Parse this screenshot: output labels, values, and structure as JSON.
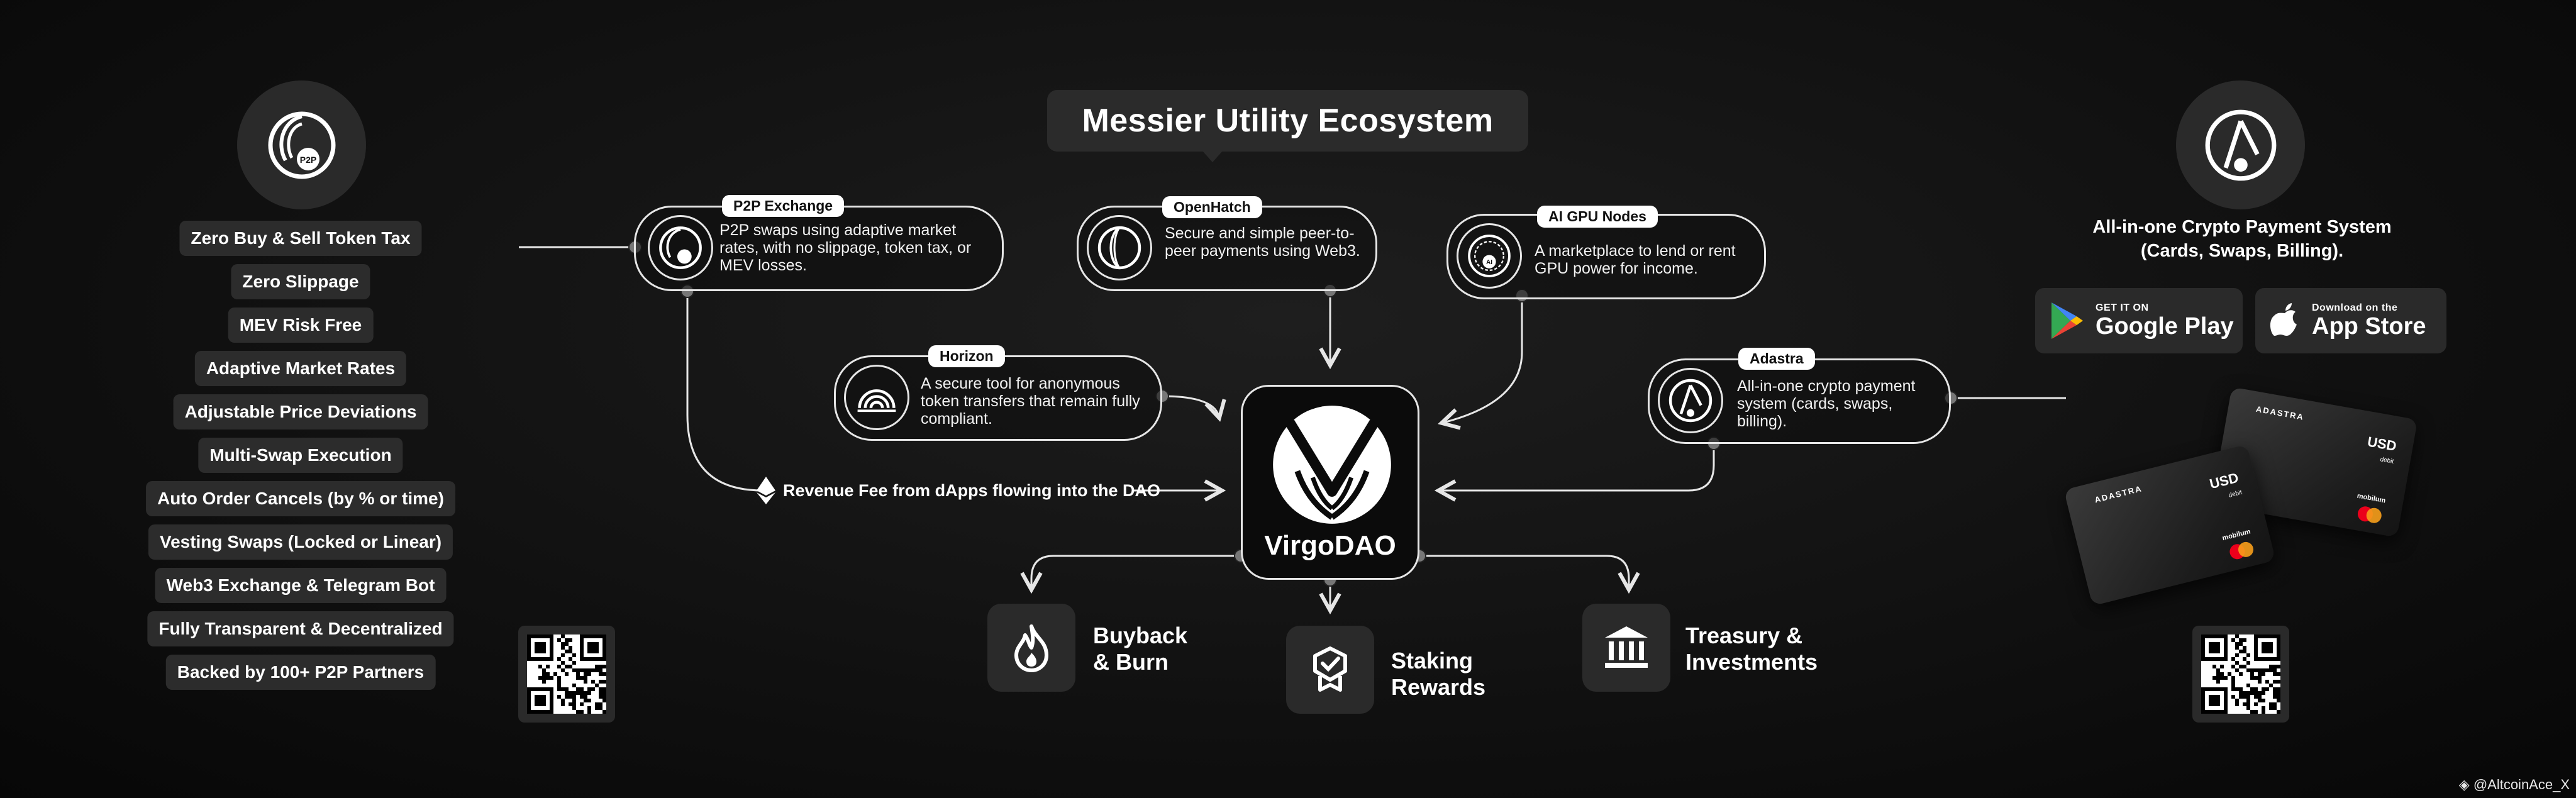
{
  "title": "Messier Utility Ecosystem",
  "left_features": [
    "Zero Buy & Sell Token Tax",
    "Zero Slippage",
    "MEV Risk Free",
    "Adaptive Market Rates",
    "Adjustable Price Deviations",
    "Multi-Swap Execution",
    "Auto Order Cancels (by % or time)",
    "Vesting Swaps (Locked or Linear)",
    "Web3 Exchange & Telegram Bot",
    "Fully Transparent & Decentralized",
    "Backed by 100+ P2P Partners"
  ],
  "p2p_logo_text": "P2P",
  "ai_logo_text": "AI",
  "dapps": {
    "p2p": {
      "tag": "P2P Exchange",
      "desc": "P2P swaps using adaptive market rates, with no slippage, token tax, or MEV losses."
    },
    "openhatch": {
      "tag": "OpenHatch",
      "desc": "Secure and simple peer-to-peer payments using Web3."
    },
    "ai_gpu": {
      "tag": "AI GPU Nodes",
      "desc": "A marketplace to lend or rent GPU power for income."
    },
    "horizon": {
      "tag": "Horizon",
      "desc": "A secure tool for anonymous token transfers that remain fully compliant."
    },
    "adastra": {
      "tag": "Adastra",
      "desc": "All-in-one crypto payment system (cards, swaps, billing)."
    }
  },
  "hub": {
    "name": "VirgoDAO"
  },
  "revenue_text": "Revenue Fee from dApps flowing into the DAO",
  "outputs": [
    {
      "label": "Buyback\n& Burn",
      "icon": "flame-icon"
    },
    {
      "label": "Staking\nRewards",
      "icon": "badge-check-icon"
    },
    {
      "label": "Treasury &\nInvestments",
      "icon": "bank-icon"
    }
  ],
  "right": {
    "title": "All-in-one Crypto Payment System\n(Cards, Swaps, Billing).",
    "google_small": "GET IT ON",
    "google_big": "Google Play",
    "apple_small": "Download on the",
    "apple_big": "App Store"
  },
  "payment_card": {
    "brand": "ADASTRA",
    "currency": "USD",
    "type": "debit",
    "issuer": "mobilum"
  },
  "watermark": "@AltcoinAce_X",
  "colors": {
    "background": "#0e0e0e",
    "panel": "#2a2a2a",
    "line": "#e6e6e6",
    "mastercard_red": "#eb001b",
    "mastercard_orange": "#f79e1b"
  }
}
